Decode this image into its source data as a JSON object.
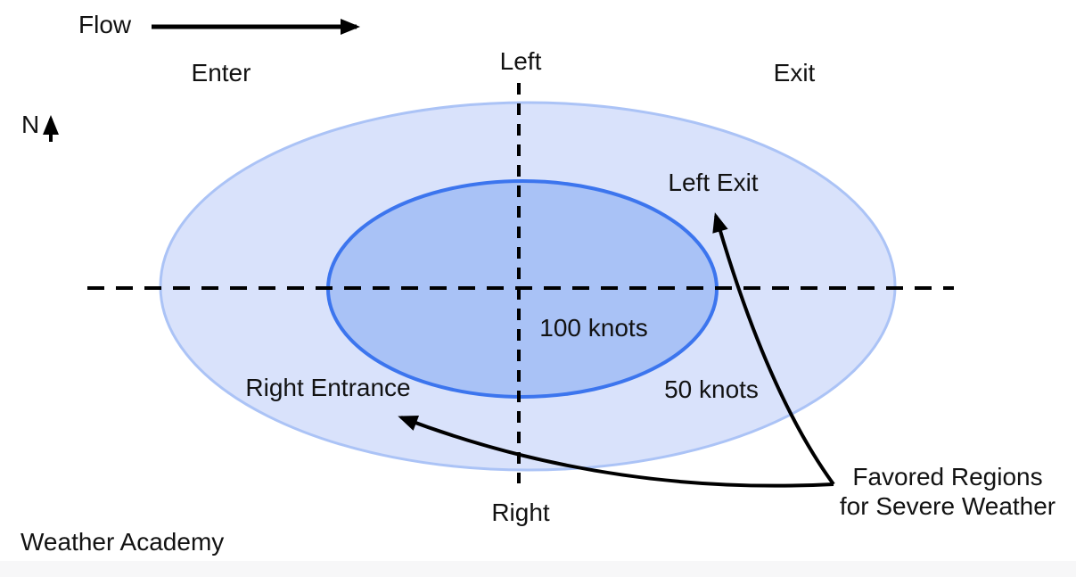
{
  "colors": {
    "background": "#ffffff",
    "outer_ellipse_fill": "#d9e2fb",
    "outer_ellipse_stroke": "#abc3f6",
    "inner_ellipse_fill": "#a9c2f6",
    "inner_ellipse_stroke": "#3c75ee",
    "line": "#000000",
    "text": "#121212",
    "footer": "#f7f7f8"
  },
  "labels": {
    "flow": "Flow",
    "enter": "Enter",
    "left": "Left",
    "exit": "Exit",
    "north": "N",
    "left_exit": "Left Exit",
    "inner_speed": "100 knots",
    "outer_speed": "50 knots",
    "right_entrance": "Right Entrance",
    "right": "Right",
    "favored_regions_line1": "Favored Regions",
    "favored_regions_line2": "for Severe Weather",
    "credit": "Weather Academy"
  },
  "icons": {
    "flow_arrow": "flow-arrow-icon",
    "north_arrow": "north-arrow-icon",
    "left_exit_pointer": "left-exit-pointer-arrow",
    "right_entrance_pointer": "right-entrance-pointer-arrow",
    "arrowhead": "arrowhead-icon"
  }
}
